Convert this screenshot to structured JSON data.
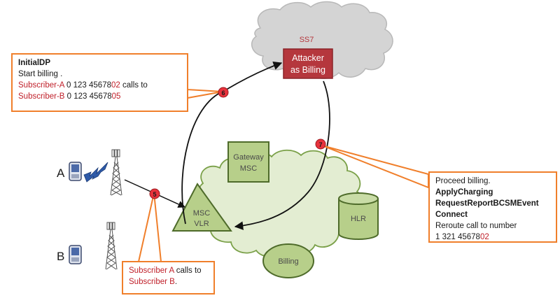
{
  "ss7_cloud": {
    "label": "SS7"
  },
  "attacker": {
    "line1": "Attacker",
    "line2": "as Billing"
  },
  "network_nodes": {
    "gateway_msc": {
      "line1": "Gateway",
      "line2": "MSC"
    },
    "msc_vlr": {
      "line1": "MSC",
      "line2": "VLR"
    },
    "hlr": {
      "label": "HLR"
    },
    "billing": {
      "label": "Billing"
    }
  },
  "subscribers": {
    "a": {
      "label": "A"
    },
    "b": {
      "label": "B"
    }
  },
  "steps": [
    {
      "number": "5"
    },
    {
      "number": "6"
    },
    {
      "number": "7"
    }
  ],
  "callouts": {
    "step6": {
      "title": "InitialDP",
      "line2": "Start billing .",
      "line3_red": "Subscriber-A",
      "line3_number_black": " 0 123 45678",
      "line3_number_red": "02",
      "line3_tail": " calls to",
      "line4_red": "Subscriber-B",
      "line4_number_black": " 0 123 45678",
      "line4_number_red": "05"
    },
    "step5": {
      "line1_red": "Subscriber A",
      "line1_tail": " calls to",
      "line2_red": "Subscriber B",
      "line2_tail": "."
    },
    "step7": {
      "line1": "Proceed billing.",
      "line2": "ApplyCharging",
      "line3": "RequestReportBCSMEvent",
      "line4": "Connect",
      "line5": "Reroute call to number",
      "line6_black": "1 321 45678",
      "line6_red": "02"
    }
  },
  "colors": {
    "callout_border": "#f07f2b",
    "step_marker": "#e8323c",
    "attacker_box": "#b5373d",
    "green_fill": "#b7cf8a",
    "green_border": "#4e6b2a",
    "green_cloud": "#e3edd2",
    "grey_cloud": "#d4d4d4",
    "highlight_red": "#c0202a"
  }
}
